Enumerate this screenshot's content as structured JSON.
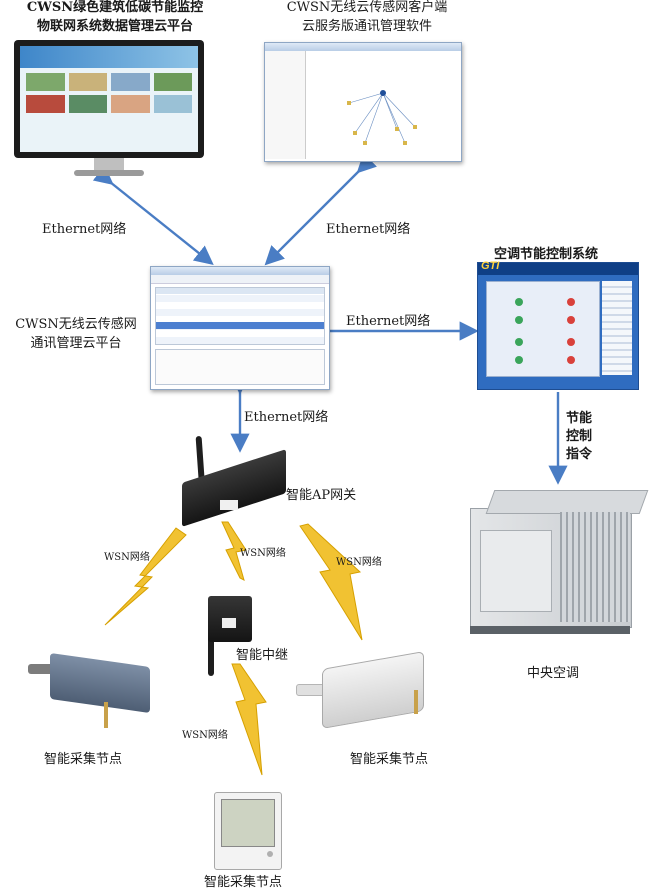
{
  "colors": {
    "arrow": "#4a7dc4",
    "lightning": "#f1c232",
    "lightning_edge": "#d6a000",
    "ac_panel": "#2f6cc0"
  },
  "labels": {
    "green_platform_line1": "CWSN绿色建筑低碳节能监控",
    "green_platform_line2": "物联网系统数据管理云平台",
    "client_line1": "CWSN无线云传感网客户端",
    "client_line2": "云服务版通讯管理软件",
    "ethernet_left": "Ethernet网络",
    "ethernet_right_top": "Ethernet网络",
    "ethernet_mid": "Ethernet网络",
    "ethernet_down": "Ethernet网络",
    "cloud_line1": "CWSN无线云传感网",
    "cloud_line2": "通讯管理云平台",
    "ac_title": "空调节能控制系统",
    "ac_cmd_1": "节能",
    "ac_cmd_2": "控制",
    "ac_cmd_3": "指令",
    "central_ac": "中央空调",
    "ap_gateway": "智能AP网关",
    "wsn_left": "WSN网络",
    "wsn_center": "WSN网络",
    "wsn_right": "WSN网络",
    "wsn_bottom": "WSN网络",
    "relay": "智能中继",
    "node_left": "智能采集节点",
    "node_right": "智能采集节点",
    "node_bottom": "智能采集节点",
    "ac_logo": "GTI"
  }
}
